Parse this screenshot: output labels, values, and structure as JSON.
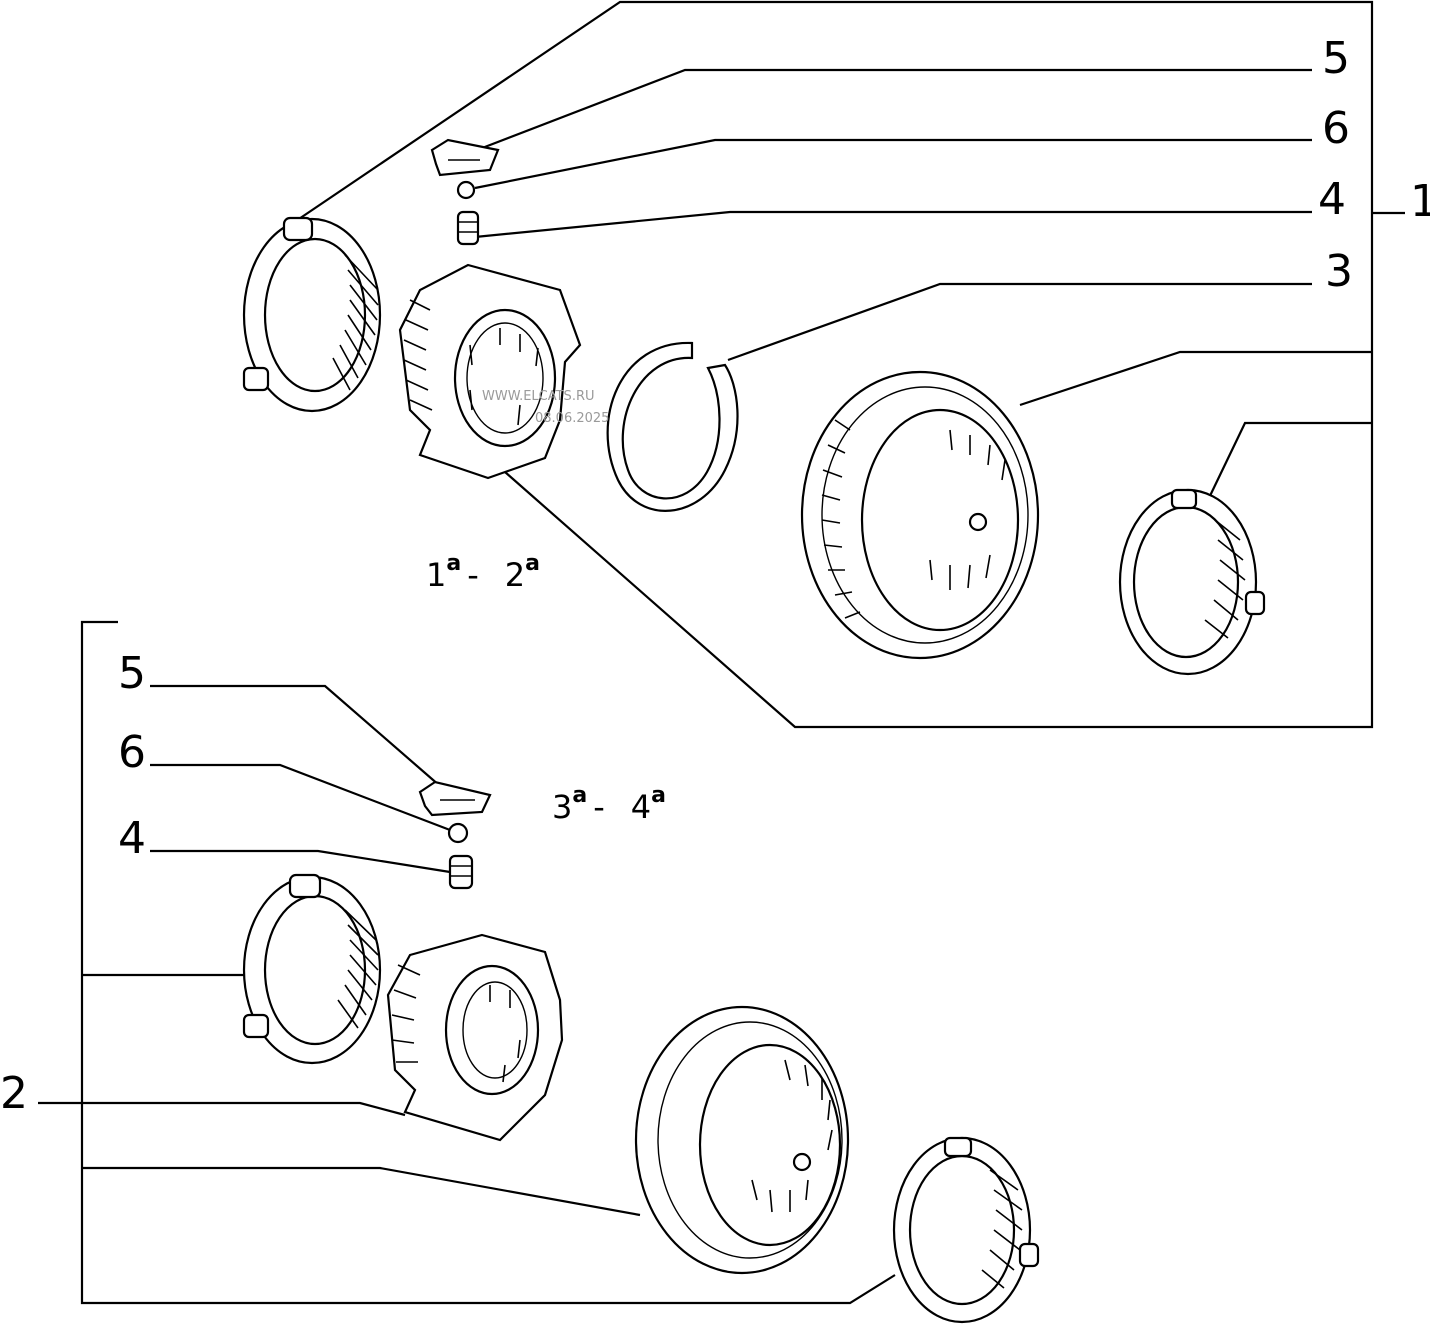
{
  "callouts": {
    "upper": {
      "c5": "5",
      "c6": "6",
      "c4": "4",
      "c1": "1",
      "c3": "3"
    },
    "lower": {
      "c5": "5",
      "c6": "6",
      "c4": "4",
      "c2": "2"
    }
  },
  "gears": {
    "first_second": {
      "a": "1",
      "a_sup": "a",
      "sep": "-",
      "b": "2",
      "b_sup": "a"
    },
    "third_fourth": {
      "a": "3",
      "a_sup": "a",
      "sep": "-",
      "b": "4",
      "b_sup": "a"
    }
  },
  "watermark": {
    "line1": "WWW.ELCATS.RU",
    "line2": "08.06.2025"
  }
}
